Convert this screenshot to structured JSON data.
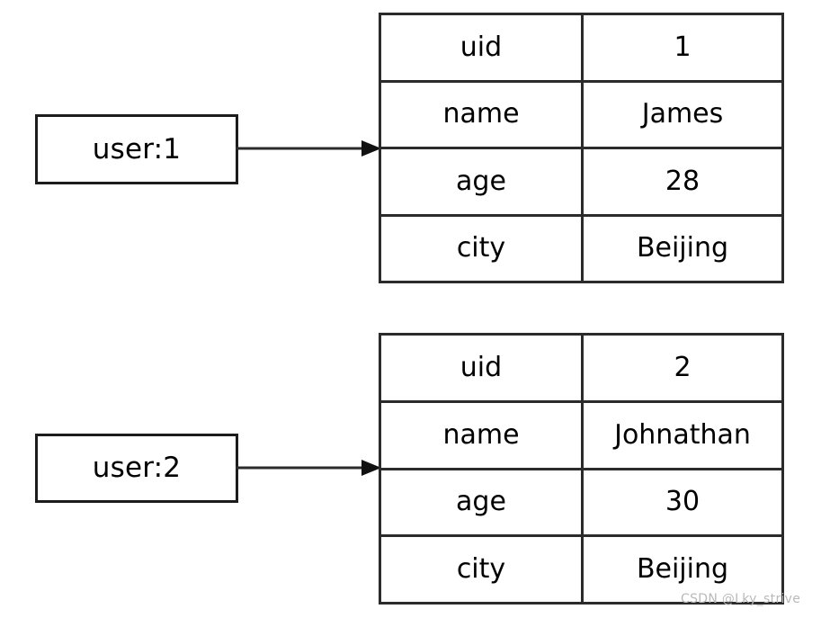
{
  "diagram": {
    "background_color": "#ffffff",
    "line_color": "#2b2b2b",
    "text_color": "#000000",
    "entries": [
      {
        "key_label": "user:1",
        "arrow_icon": "arrow-right-icon",
        "fields": [
          {
            "field": "uid",
            "value": "1"
          },
          {
            "field": "name",
            "value": "James"
          },
          {
            "field": "age",
            "value": "28"
          },
          {
            "field": "city",
            "value": "Beijing"
          }
        ]
      },
      {
        "key_label": "user:2",
        "arrow_icon": "arrow-right-icon",
        "fields": [
          {
            "field": "uid",
            "value": "2"
          },
          {
            "field": "name",
            "value": "Johnathan"
          },
          {
            "field": "age",
            "value": "30"
          },
          {
            "field": "city",
            "value": "Beijing"
          }
        ]
      }
    ]
  },
  "watermark": {
    "text": "CSDN @Lky_strive",
    "color": "#b9b9b9"
  }
}
